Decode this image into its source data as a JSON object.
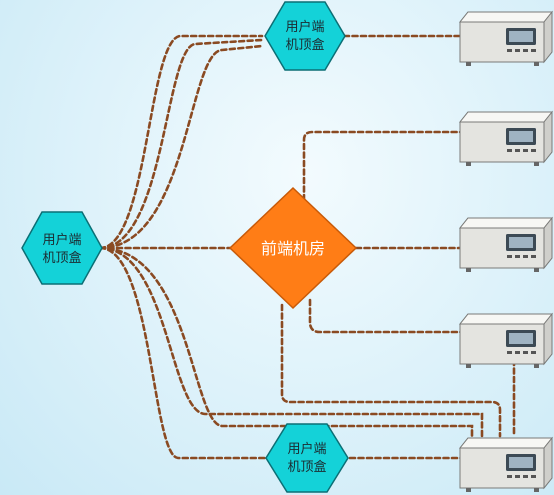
{
  "diagram": {
    "center_node": {
      "label": "前端机房"
    },
    "stb_nodes": [
      {
        "id": "stb-left",
        "line1": "用户端",
        "line2": "机顶盒"
      },
      {
        "id": "stb-top",
        "line1": "用户端",
        "line2": "机顶盒"
      },
      {
        "id": "stb-bottom",
        "line1": "用户端",
        "line2": "机顶盒"
      }
    ],
    "devices": [
      "device-1",
      "device-2",
      "device-3",
      "device-4",
      "device-5"
    ],
    "colors": {
      "hexagon_fill": "#14d2d8",
      "hexagon_stroke": "#0b6f75",
      "diamond_fill": "#ff7d16",
      "diamond_stroke": "#c85a08",
      "connector": "#8a4a22",
      "device_body": "#eeeeea",
      "device_screen": "#3c4a55"
    }
  }
}
